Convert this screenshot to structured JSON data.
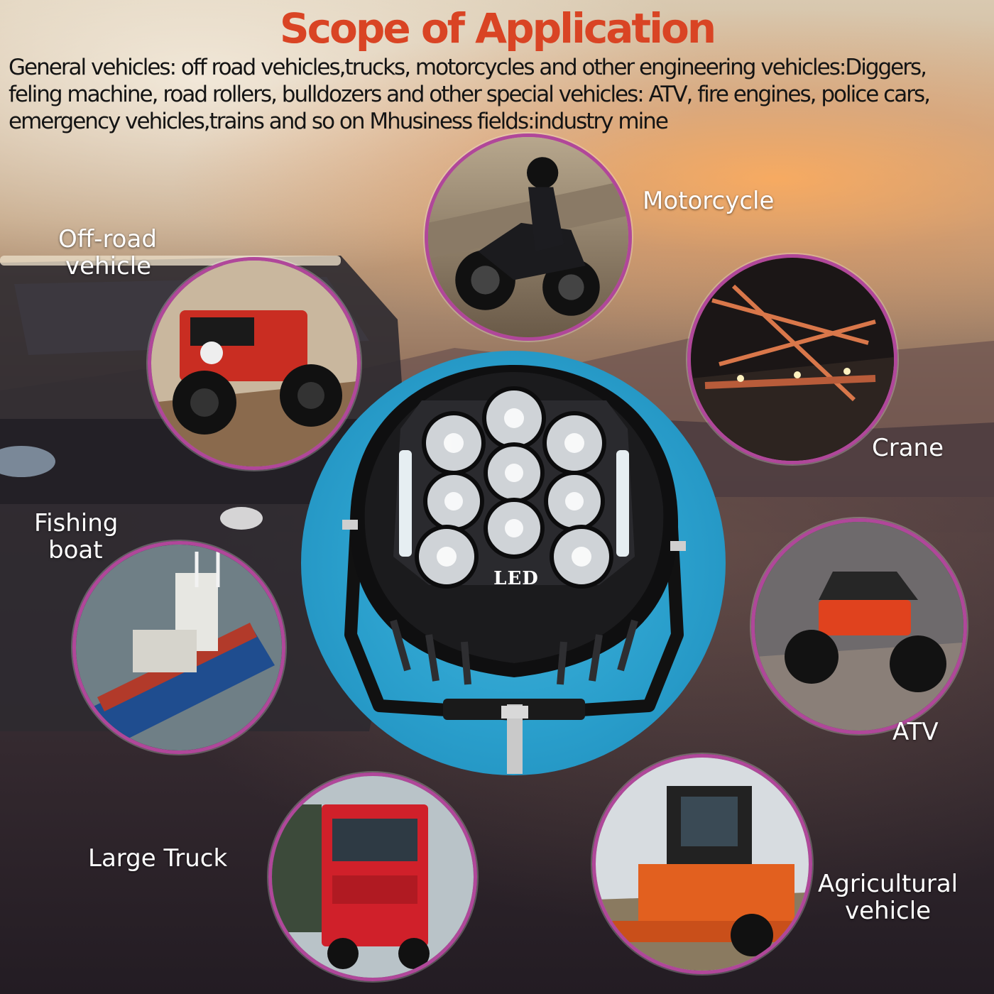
{
  "header": {
    "title": "Scope of Application",
    "description_lines": [
      "General vehicles: off road vehicles,trucks, motorcycles and other engineering vehicles:Diggers,",
      "feling machine, road rollers, bulldozers and other special vehicles: ATV, fire  engines, police cars,",
      "emergency vehicles,trains and so on Mhusiness  fields:industry mine"
    ]
  },
  "product": {
    "badge_text": "LED"
  },
  "applications": {
    "offroad": {
      "line1": "Off-road",
      "line2": "vehicle"
    },
    "motorcycle": {
      "label": "Motorcycle"
    },
    "crane": {
      "label": "Crane"
    },
    "fishing_boat": {
      "line1": "Fishing",
      "line2": "boat"
    },
    "atv": {
      "label": "ATV"
    },
    "large_truck": {
      "label": "Large Truck"
    },
    "agricultural": {
      "line1": "Agricultural",
      "line2": "vehicle"
    }
  },
  "colors": {
    "title": "#d94424",
    "circle_border": "#b0479a",
    "product_bg": "#2a9fcc"
  }
}
